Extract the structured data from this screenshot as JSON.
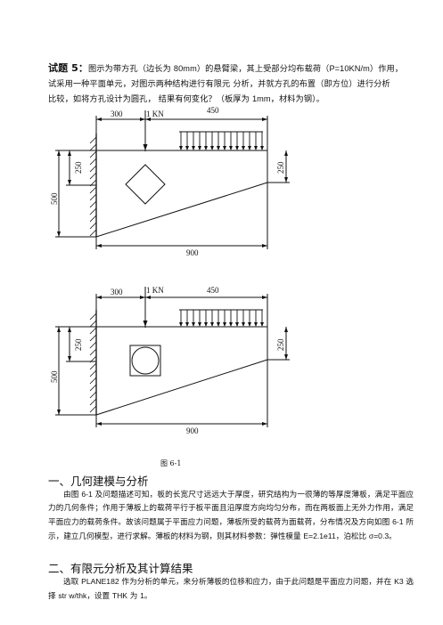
{
  "problem": {
    "label": "试题 5：",
    "line1_a": "图示为带方孔（边长为 ",
    "side": "80mm",
    "line1_b": "）的悬臂梁，其上受部分均布载荷（",
    "load": "P=10KN/m",
    "line1_c": "）作用，",
    "line2": "试采用一种平面单元，对图示两种结构进行有限元 分析，并就方孔的布置（即方位）进行分析",
    "line3_a": "比较，如将方孔设计为圆孔， 结果有何变化？（板厚为 ",
    "thick": "1mm",
    "line3_b": "，材料为钢）。"
  },
  "figure": {
    "dim_300": "300",
    "force": "1 KN",
    "dim_450": "450",
    "dim_250_left": "250",
    "dim_500": "500",
    "dim_250_right": "250",
    "dim_900": "900"
  },
  "caption": "图 6-1",
  "section1": {
    "title": "一、几何建模与分析",
    "body_a": "由图 ",
    "ref1": "6-1",
    "body_b": " 及问题描述可知，板的长宽尺寸远远大于厚度，研究结构为一很薄的等厚度薄板，满足平面应力的几何条件；作用于薄板上的载荷平行于板平面且沿厚度方向均匀分布，而在两板面上无外力作用，满足平面应力的载荷条件。故该问题属于平面应力问题，薄板所受的载荷为面载荷，分布情况及方向如图 ",
    "ref2": "6-1",
    "body_c": " 所示，建立几何模型，进行求解。薄板的材料为钢，则其材料参数：弹性模量 ",
    "modulus": "E=2.1e11",
    "body_d": "，泊松比 ",
    "poisson": "σ=0.3",
    "body_e": "。"
  },
  "section2": {
    "title": "二、有限元分析及其计算结果",
    "body_a": "选取 ",
    "element": "PLANE182",
    "body_b": " 作为分析的单元，来分析薄板的位移和应力，由于此问题是平面应力问题，并在 ",
    "k3": "K3",
    "body_c": " 选择 ",
    "option": "str w/thk",
    "body_d": "，设置 ",
    "thk": "THK",
    "body_e": " 为 ",
    "thk_val": "1",
    "body_f": "。"
  }
}
